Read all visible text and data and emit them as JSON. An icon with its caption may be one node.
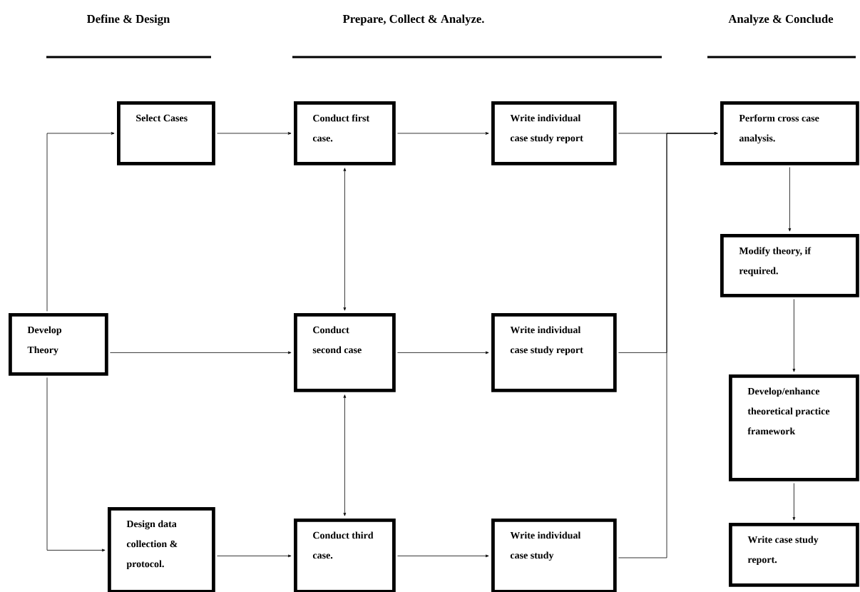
{
  "diagram": {
    "nodes": [
      {
        "text": [
          "Select Cases"
        ]
      },
      {
        "text": [
          "Develop Theory"
        ]
      },
      {
        "text": [
          "Design data collection & protocol."
        ]
      },
      {
        "text": [
          "Conduct first case."
        ]
      },
      {
        "text": [
          "Conduct second case"
        ]
      },
      {
        "text": [
          "Conduct third case."
        ]
      },
      {
        "text": [
          "Write individual case study report"
        ]
      },
      {
        "text": [
          "Write individual case study report"
        ]
      },
      {
        "text": [
          "Write individual case study"
        ]
      },
      {
        "text": [
          "Perform cross case analysis."
        ]
      },
      {
        "text": [
          "Modify theory, if required."
        ]
      },
      {
        "text": [
          "Develop/enhance theoretical practice framework"
        ]
      },
      {
        "text": [
          "Write case study report."
        ]
      }
    ],
    "edges": [
      {
        "from": 1,
        "to": 0,
        "arrow": "to"
      },
      {
        "from": 1,
        "to": 2,
        "arrow": "to"
      },
      {
        "from": 0,
        "to": 3,
        "arrow": "to"
      },
      {
        "from": 1,
        "to": 4,
        "arrow": "to"
      },
      {
        "from": 2,
        "to": 5,
        "arrow": "to"
      },
      {
        "from": 3,
        "to": 4,
        "arrow": "both"
      },
      {
        "from": 4,
        "to": 5,
        "arrow": "both"
      },
      {
        "from": 3,
        "to": 6,
        "arrow": "to"
      },
      {
        "from": 4,
        "to": 7,
        "arrow": "to"
      },
      {
        "from": 5,
        "to": 8,
        "arrow": "to"
      },
      {
        "from": 6,
        "to": 9,
        "arrow": "to"
      },
      {
        "from": 7,
        "to": 9,
        "arrow": "to"
      },
      {
        "from": 8,
        "to": 9,
        "arrow": "to"
      },
      {
        "from": 9,
        "to": 10,
        "arrow": "to"
      },
      {
        "from": 10,
        "to": 11,
        "arrow": "to"
      },
      {
        "from": 11,
        "to": 12,
        "arrow": "to"
      }
    ],
    "labels": [
      "Define & Design",
      "Prepare, Collect & Analyze.",
      "Analyze & Conclude"
    ]
  }
}
